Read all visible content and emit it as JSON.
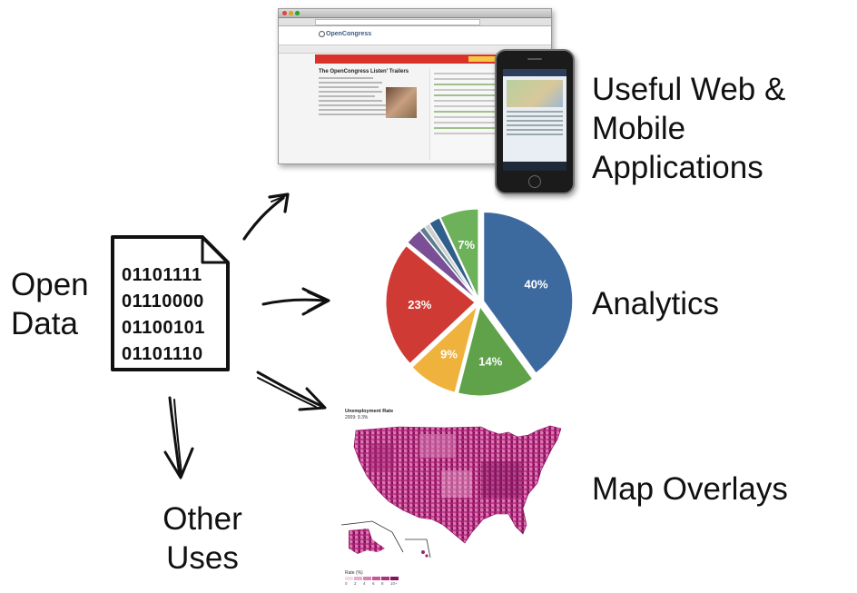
{
  "labels": {
    "open_data_line1": "Open",
    "open_data_line2": "Data",
    "other_uses_line1": "Other",
    "other_uses_line2": "Uses",
    "web_line1": "Useful Web &",
    "web_line2": "Mobile Applications",
    "analytics": "Analytics",
    "map_overlays": "Map Overlays"
  },
  "binary_lines": [
    "01101111",
    "01110000",
    "01100101",
    "01101110"
  ],
  "browser": {
    "site_name": "OpenCongress",
    "post_title": "The OpenCongress Listen' Trailers"
  },
  "map": {
    "title": "Unemployment Rate",
    "subtitle": "2009: 9.3%",
    "legend_label": "Rate (%)",
    "legend_ticks": [
      "0",
      "2",
      "4",
      "6",
      "8",
      "10+"
    ],
    "legend_colors": [
      "#f3dbe8",
      "#e6b0cf",
      "#d785b6",
      "#c7579b",
      "#b02e80",
      "#8a105f"
    ],
    "base_color": "#c43d8c"
  },
  "chart_data": {
    "type": "pie",
    "slices": [
      {
        "label": "40%",
        "value": 40,
        "color": "#3d6a9e"
      },
      {
        "label": "14%",
        "value": 14,
        "color": "#5fa24a"
      },
      {
        "label": "9%",
        "value": 9,
        "color": "#efb33d"
      },
      {
        "label": "23%",
        "value": 23,
        "color": "#cf3a34"
      },
      {
        "label": "",
        "value": 3,
        "color": "#7a4f96"
      },
      {
        "label": "",
        "value": 1,
        "color": "#5d7e8e"
      },
      {
        "label": "",
        "value": 1,
        "color": "#cfcfcf"
      },
      {
        "label": "",
        "value": 2,
        "color": "#2f5f8a"
      },
      {
        "label": "7%",
        "value": 7,
        "color": "#6db15a"
      }
    ]
  },
  "colors": {
    "ink": "#111111",
    "phone_body": "#1b1b1b",
    "banner_red": "#d9322b"
  },
  "icons": [
    "binary-document-icon",
    "hand-drawn-arrow-icon"
  ]
}
